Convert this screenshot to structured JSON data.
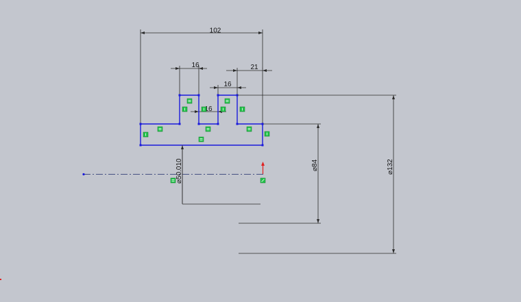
{
  "sketch": {
    "dimensions": {
      "overall_width": "102",
      "left_slot_width": "16",
      "center_tab_width": "16",
      "right_slot_width": "16",
      "right_offset": "21",
      "inner_diameter": "⌀50.010",
      "mid_diameter": "⌀84",
      "outer_diameter": "⌀132"
    },
    "colors": {
      "profile": "#1a1adb",
      "relation": "#22c24a",
      "origin_arrow": "#e02020",
      "background": "#c3c6ce"
    },
    "relation_icons": [
      "vertical",
      "horizontal",
      "coincident"
    ],
    "origin_icon": "origin-arrow-icon"
  }
}
